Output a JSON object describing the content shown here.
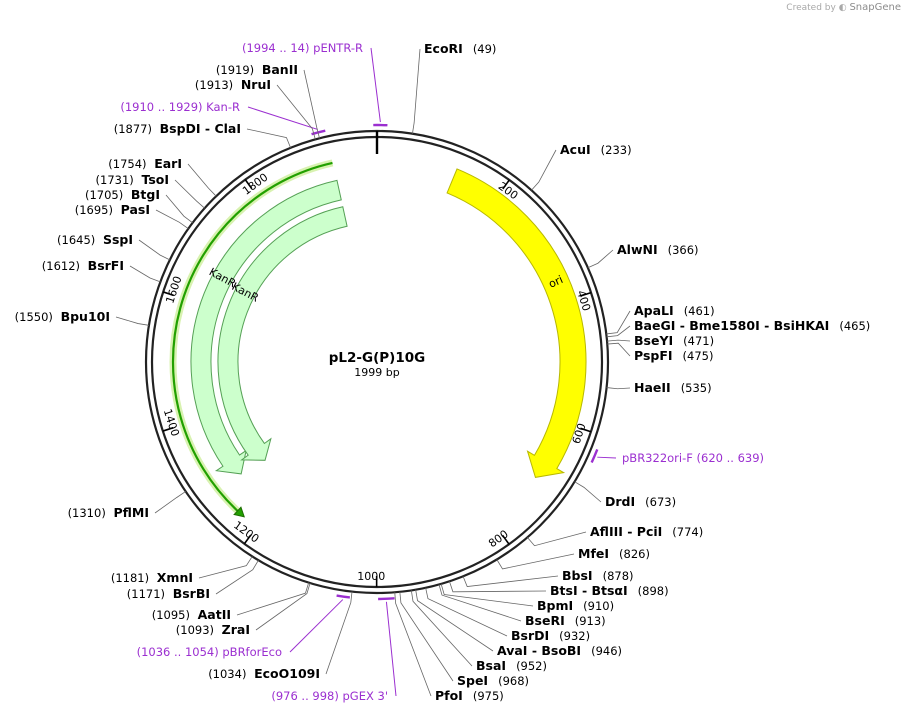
{
  "header": {
    "credit_prefix": "Created by",
    "credit_brand": "SnapGene"
  },
  "plasmid": {
    "name": "pL2-G(P)10G",
    "length_label": "1999 bp",
    "length": 1999,
    "origin_tick_bp": 0
  },
  "ticks": [
    {
      "bp": 200,
      "label": "200"
    },
    {
      "bp": 400,
      "label": "400"
    },
    {
      "bp": 600,
      "label": "600"
    },
    {
      "bp": 800,
      "label": "800"
    },
    {
      "bp": 1000,
      "label": "1000"
    },
    {
      "bp": 1200,
      "label": "1200"
    },
    {
      "bp": 1400,
      "label": "1400"
    },
    {
      "bp": 1600,
      "label": "1600"
    },
    {
      "bp": 1800,
      "label": "1800"
    }
  ],
  "features": [
    {
      "name": "ori",
      "start": 125,
      "end": 700,
      "direction": "cw",
      "color": "#ffff00",
      "stroke": "#b8b800"
    },
    {
      "name": "KanR",
      "start": 1930,
      "end": 1280,
      "direction": "ccw",
      "color": "#ccffcc",
      "stroke": "#55a055"
    },
    {
      "name": "KanR",
      "start": 1930,
      "end": 1270,
      "direction": "ccw",
      "color": "#ccffcc",
      "stroke": "#55a055"
    },
    {
      "name": "Kan-R",
      "start": 1929,
      "end": 1225,
      "direction": "ccw",
      "color": "#22a000",
      "stroke": "#1c6b00",
      "kind": "thin"
    }
  ],
  "sites": [
    {
      "name": "EcoRI",
      "pos": "(49)",
      "bp": 49
    },
    {
      "name": "AcuI",
      "pos": "(233)",
      "bp": 233
    },
    {
      "name": "AlwNI",
      "pos": "(366)",
      "bp": 366
    },
    {
      "name": "ApaLI",
      "pos": "(461)",
      "bp": 461
    },
    {
      "name": "BaeGI - Bme1580I - BsiHKAI",
      "pos": "(465)",
      "bp": 465
    },
    {
      "name": "BseYI",
      "pos": "(471)",
      "bp": 471
    },
    {
      "name": "PspFI",
      "pos": "(475)",
      "bp": 475
    },
    {
      "name": "HaeII",
      "pos": "(535)",
      "bp": 535
    },
    {
      "name": "DrdI",
      "pos": "(673)",
      "bp": 673
    },
    {
      "name": "AflIII - PciI",
      "pos": "(774)",
      "bp": 774
    },
    {
      "name": "MfeI",
      "pos": "(826)",
      "bp": 826
    },
    {
      "name": "BbsI",
      "pos": "(878)",
      "bp": 878
    },
    {
      "name": "BtsI - BtsαI",
      "pos": "(898)",
      "bp": 898
    },
    {
      "name": "BpmI",
      "pos": "(910)",
      "bp": 910
    },
    {
      "name": "BseRI",
      "pos": "(913)",
      "bp": 913
    },
    {
      "name": "BsrDI",
      "pos": "(932)",
      "bp": 932
    },
    {
      "name": "AvaI - BsoBI",
      "pos": "(946)",
      "bp": 946
    },
    {
      "name": "BsaI",
      "pos": "(952)",
      "bp": 952
    },
    {
      "name": "SpeI",
      "pos": "(968)",
      "bp": 968
    },
    {
      "name": "PfoI",
      "pos": "(975)",
      "bp": 975
    },
    {
      "name": "EcoO109I",
      "pos": "(1034)",
      "bp": 1034
    },
    {
      "name": "ZraI",
      "pos": "(1093)",
      "bp": 1093
    },
    {
      "name": "AatII",
      "pos": "(1095)",
      "bp": 1095
    },
    {
      "name": "BsrBI",
      "pos": "(1171)",
      "bp": 1171
    },
    {
      "name": "XmnI",
      "pos": "(1181)",
      "bp": 1181
    },
    {
      "name": "PflMI",
      "pos": "(1310)",
      "bp": 1310
    },
    {
      "name": "Bpu10I",
      "pos": "(1550)",
      "bp": 1550
    },
    {
      "name": "BsrFI",
      "pos": "(1612)",
      "bp": 1612
    },
    {
      "name": "SspI",
      "pos": "(1645)",
      "bp": 1645
    },
    {
      "name": "PasI",
      "pos": "(1695)",
      "bp": 1695
    },
    {
      "name": "BtgI",
      "pos": "(1705)",
      "bp": 1705
    },
    {
      "name": "TsoI",
      "pos": "(1731)",
      "bp": 1731
    },
    {
      "name": "EarI",
      "pos": "(1754)",
      "bp": 1754
    },
    {
      "name": "BspDI - ClaI",
      "pos": "(1877)",
      "bp": 1877
    },
    {
      "name": "NruI",
      "pos": "(1913)",
      "bp": 1913
    },
    {
      "name": "BanII",
      "pos": "(1919)",
      "bp": 1919
    }
  ],
  "primers": [
    {
      "name": "pENTR-R",
      "range": "(1994 .. 14)",
      "start": 1994,
      "end": 14
    },
    {
      "name": "Kan-R",
      "range": "(1910 .. 1929)",
      "start": 1910,
      "end": 1929
    },
    {
      "name": "pBR322ori-F",
      "range": "(620 .. 639)",
      "start": 620,
      "end": 639
    },
    {
      "name": "pBRforEco",
      "range": "(1036 .. 1054)",
      "start": 1036,
      "end": 1054
    },
    {
      "name": "pGEX 3'",
      "range": "(976 .. 998)",
      "start": 976,
      "end": 998
    }
  ],
  "colors": {
    "primer": "#9b2fd0",
    "backbone": "#222222",
    "leader": "#666666"
  }
}
